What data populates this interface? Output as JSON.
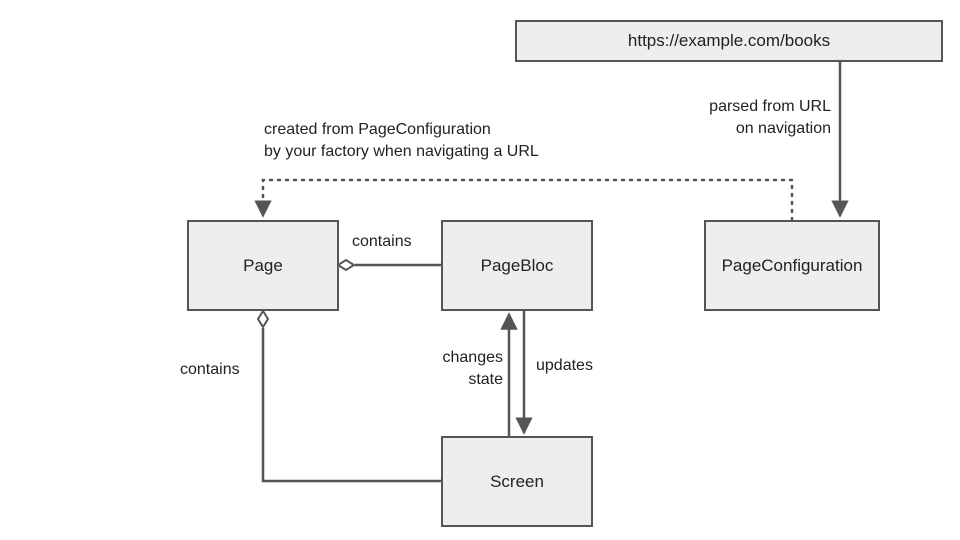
{
  "colors": {
    "box_fill": "#eeeeee",
    "box_border": "#555555",
    "connector": "#555555",
    "text": "#222222"
  },
  "nodes": {
    "url": "https://example.com/books",
    "page": "Page",
    "page_bloc": "PageBloc",
    "page_configuration": "PageConfiguration",
    "screen": "Screen"
  },
  "edges": {
    "url_to_config": {
      "line1": "parsed from URL",
      "line2": "on navigation"
    },
    "config_to_page": {
      "line1": "created from PageConfiguration",
      "line2": "by your factory when navigating a URL"
    },
    "page_contains_bloc": "contains",
    "page_contains_screen": "contains",
    "screen_changes_state": {
      "line1": "changes",
      "line2": "state"
    },
    "bloc_updates_screen": "updates"
  }
}
